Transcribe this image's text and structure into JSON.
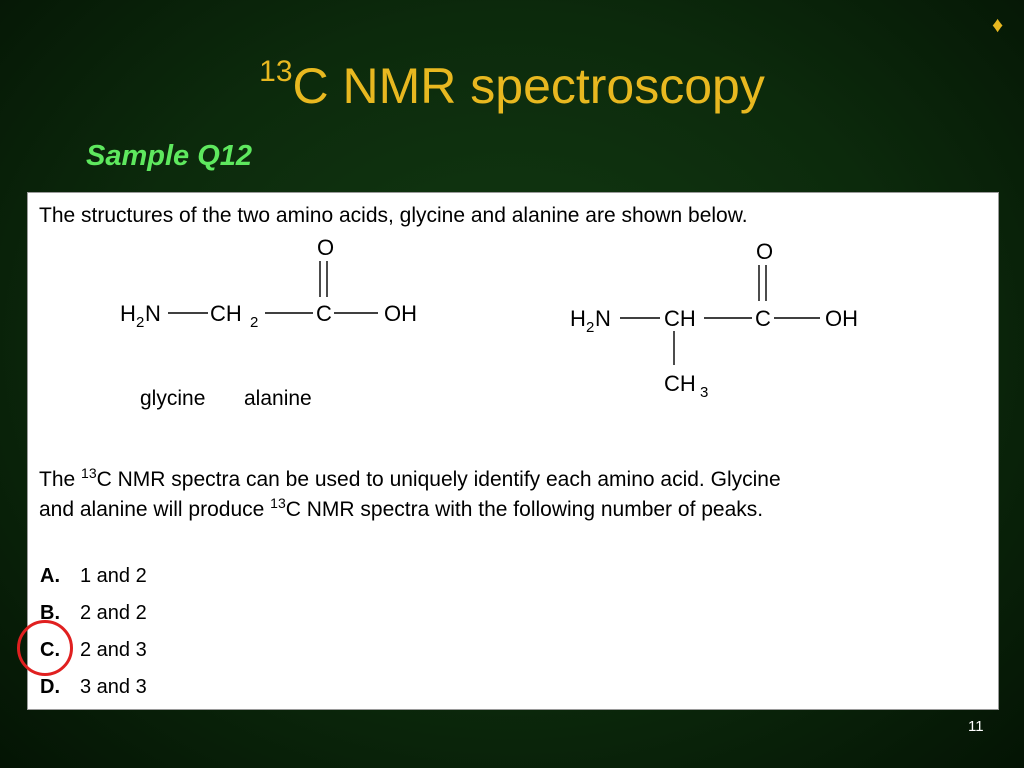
{
  "slide": {
    "title_sup": "13",
    "title_rest": "C NMR spectroscopy",
    "subtitle": "Sample Q12",
    "page_number": "11",
    "bullet_glyph": "♦"
  },
  "question": {
    "intro": "The structures of the two amino acids, glycine and alanine are shown below.",
    "label_glycine": "glycine",
    "label_alanine": "alanine",
    "para1_a": "The ",
    "para1_sup": "13",
    "para1_b": "C NMR spectra can be used to uniquely identify each amino acid.  Glycine",
    "para2_a": "and alanine will produce ",
    "para2_sup": "13",
    "para2_b": "C NMR spectra with the following number of peaks."
  },
  "glycine": {
    "o": "O",
    "h": "H",
    "two": "2",
    "n": "N",
    "ch": "CH",
    "two2": "2",
    "c": "C",
    "oh": "OH"
  },
  "alanine": {
    "o": "O",
    "h": "H",
    "two": "2",
    "n": "N",
    "ch": "CH",
    "c": "C",
    "oh": "OH",
    "ch3_ch": "CH",
    "ch3_3": "3"
  },
  "options": [
    {
      "letter": "A.",
      "text": "1 and 2"
    },
    {
      "letter": "B.",
      "text": "2 and 2"
    },
    {
      "letter": "C.",
      "text": "2 and 3"
    },
    {
      "letter": "D.",
      "text": "3 and 3"
    }
  ],
  "colors": {
    "title": "#e8b820",
    "subtitle": "#5ee85e",
    "highlight": "#e02020",
    "background": "#0c2a0c"
  }
}
